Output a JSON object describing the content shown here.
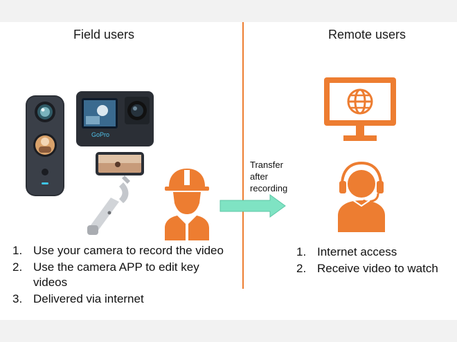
{
  "field": {
    "title": "Field users",
    "steps": [
      {
        "num": "1.",
        "text": "Use your camera to record the video"
      },
      {
        "num": "2.",
        "text": "Use the camera APP to edit key videos"
      },
      {
        "num": "3.",
        "text": "Delivered via internet"
      }
    ]
  },
  "remote": {
    "title": "Remote users",
    "steps": [
      {
        "num": "1.",
        "text": "Internet access"
      },
      {
        "num": "2.",
        "text": "Receive video to watch"
      }
    ]
  },
  "transfer": {
    "line1": "Transfer",
    "line2": "after",
    "line3": "recording"
  },
  "colors": {
    "accent": "#ed7d31",
    "arrow": "#7fe3c3",
    "camera_body": "#2b2f36"
  },
  "icons": {
    "monitor": "globe-monitor-icon",
    "worker": "construction-worker-icon",
    "support": "headset-user-icon",
    "arrow": "right-arrow-icon",
    "camera_360": "360-camera-icon",
    "action_camera": "action-camera-icon",
    "gimbal": "phone-gimbal-icon"
  },
  "devices": {
    "action_camera_brand": "GoPro"
  }
}
